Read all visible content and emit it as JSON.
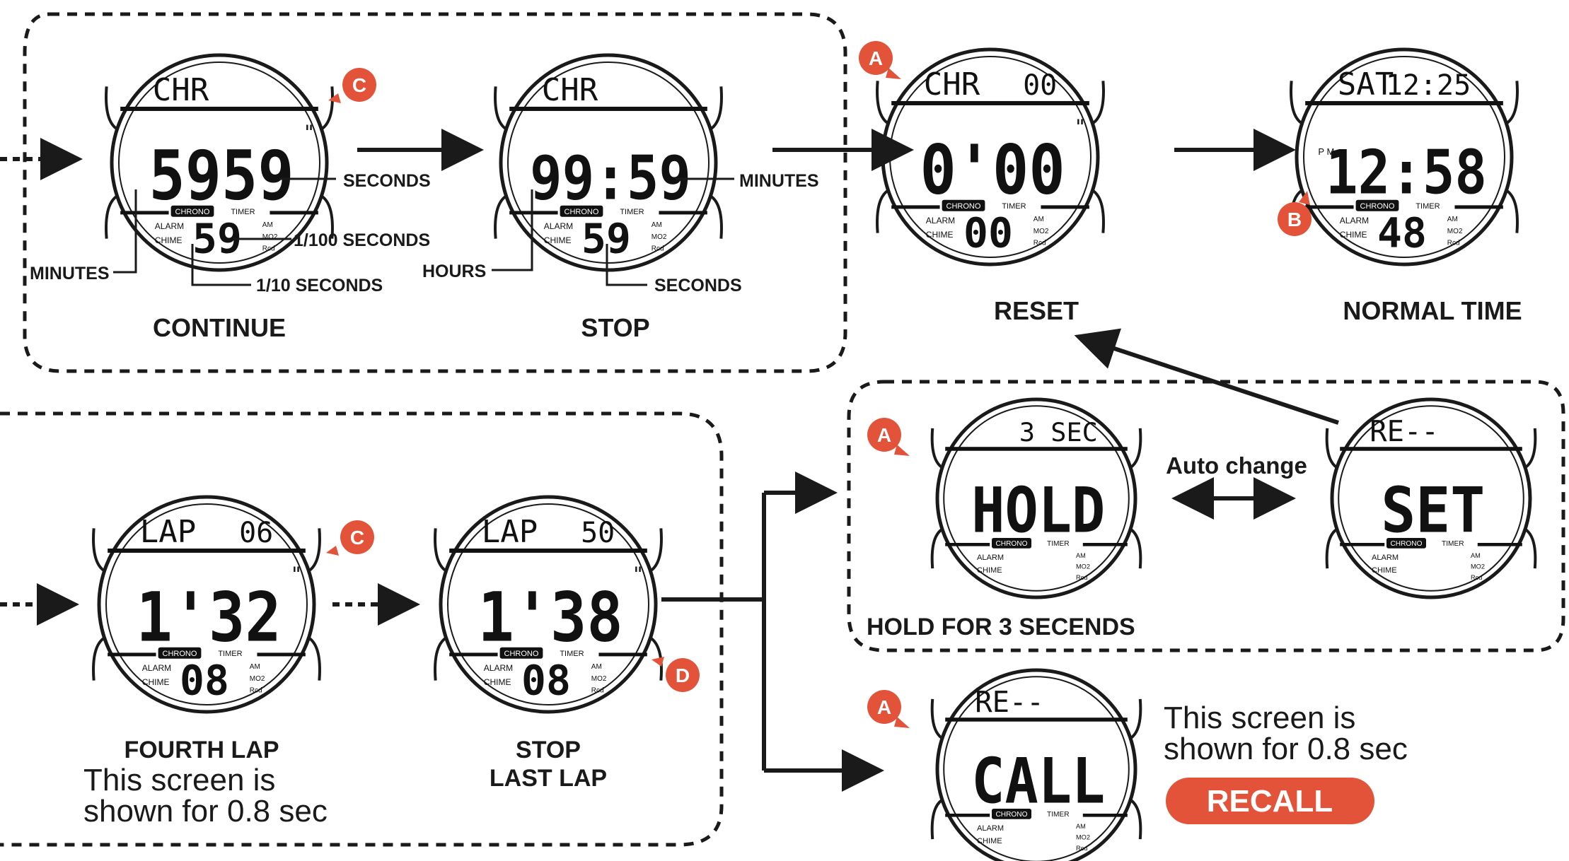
{
  "colors": {
    "accent": "#e2533a",
    "ink": "#111111",
    "outline": "#1a1a1a"
  },
  "watch_common": {
    "chrono": "CHRONO",
    "timer": "TIMER",
    "alarm": "ALARM",
    "chime": "CHIME",
    "right_1": "AM",
    "right_2": "MO2",
    "right_3": "Rcd"
  },
  "watches": {
    "continue": {
      "top": "CHR",
      "top_right": "",
      "main": "5959",
      "main_sup": "\"",
      "bottom": "59",
      "pm": ""
    },
    "stop": {
      "top": "CHR",
      "top_right": "",
      "main": "99:59",
      "main_sup": "",
      "bottom": "59",
      "pm": ""
    },
    "reset": {
      "top": "CHR",
      "top_right": "00",
      "main": "0'00",
      "main_sup": "\"",
      "bottom": "00",
      "pm": ""
    },
    "normal": {
      "top": "SAT",
      "top_right": "12:25",
      "main": "12:58",
      "main_sup": "",
      "bottom": "48",
      "pm": "P M"
    },
    "hold": {
      "top": "",
      "top_right": "3 SEC",
      "main": "HOLD",
      "main_sup": "",
      "bottom": "",
      "pm": ""
    },
    "set": {
      "top": "RE--",
      "top_right": "",
      "main": "SET",
      "main_sup": "",
      "bottom": "",
      "pm": ""
    },
    "fourth_lap": {
      "top": "LAP",
      "top_right": "06",
      "main": "1'32",
      "main_sup": "\"",
      "bottom": "08",
      "pm": ""
    },
    "last_lap": {
      "top": "LAP",
      "top_right": "50",
      "main": "1'38",
      "main_sup": "\"",
      "bottom": "08",
      "pm": ""
    },
    "recall": {
      "top": "RE--",
      "top_right": "",
      "main": "CALL",
      "main_sup": "",
      "bottom": "",
      "pm": ""
    }
  },
  "callouts": {
    "seconds_1": "SECONDS",
    "hundredths": "1/100 SECONDS",
    "tenths": "1/10 SECONDS",
    "minutes_1": "MINUTES",
    "minutes_2": "MINUTES",
    "hours": "HOURS",
    "seconds_2": "SECONDS"
  },
  "labels": {
    "continue": "CONTINUE",
    "stop": "STOP",
    "reset": "RESET",
    "normal_time": "NORMAL TIME",
    "hold_3s": "HOLD FOR 3 SECENDS",
    "auto_change": "Auto change",
    "fourth_lap": "FOURTH LAP",
    "fourth_note_1": "This screen is",
    "fourth_note_2": "shown for 0.8 sec",
    "stop_last_1": "STOP",
    "stop_last_2": "LAST LAP",
    "recall_note_1": "This screen is",
    "recall_note_2": "shown for 0.8 sec",
    "recall_button": "RECALL"
  },
  "badges": {
    "a": "A",
    "b": "B",
    "c": "C",
    "d": "D"
  }
}
